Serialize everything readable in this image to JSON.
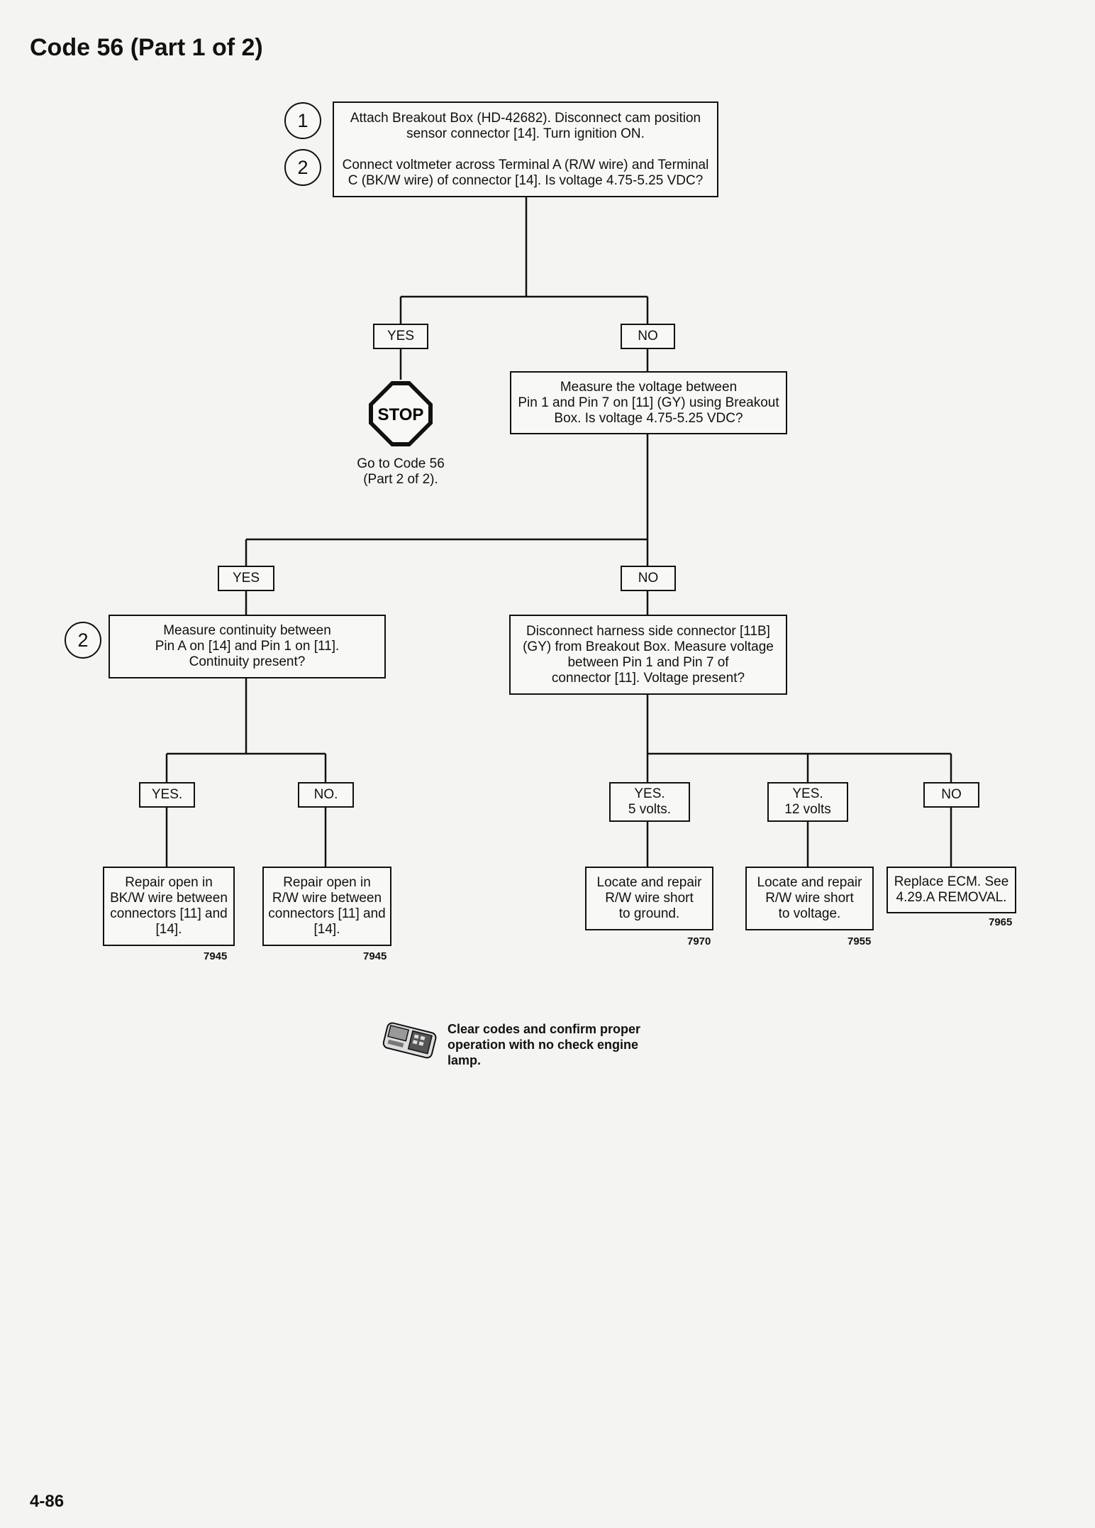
{
  "title": "Code 56 (Part 1 of 2)",
  "page_number": "4-86",
  "step1": {
    "circle_a": "1",
    "circle_b": "2",
    "text_a": [
      "Attach Breakout Box (HD-42682). Disconnect cam position",
      "sensor connector [14]. Turn ignition ON."
    ],
    "text_b": [
      "Connect voltmeter across Terminal A (R/W wire) and Terminal",
      "C (BK/W wire) of connector [14]. Is voltage 4.75-5.25 VDC?"
    ]
  },
  "branch1": {
    "yes_label": "YES",
    "no_label": "NO",
    "stop_sign": "STOP",
    "stop_note": [
      "Go to Code 56",
      "(Part 2 of 2)."
    ]
  },
  "step2": {
    "text": [
      "Measure the voltage between",
      "Pin 1 and Pin 7 on [11] (GY) using Breakout",
      "Box. Is voltage 4.75-5.25 VDC?"
    ]
  },
  "branch2": {
    "yes_label": "YES",
    "no_label": "NO"
  },
  "step3_left": {
    "circle": "2",
    "text": [
      "Measure continuity between",
      "Pin A on [14] and Pin 1 on [11].",
      "Continuity present?"
    ]
  },
  "step3_right": {
    "text": [
      "Disconnect harness side connector [11B]",
      "(GY) from Breakout Box. Measure voltage",
      "between Pin 1 and Pin 7 of",
      "connector [11]. Voltage present?"
    ]
  },
  "branch3_left": {
    "yes_label": "YES.",
    "no_label": "NO."
  },
  "branch3_right": {
    "yes5_label": [
      "YES.",
      "5 volts."
    ],
    "yes12_label": [
      "YES.",
      "12 volts"
    ],
    "no_label": "NO"
  },
  "results": [
    {
      "text": [
        "Repair open in",
        "BK/W wire between",
        "connectors [11] and",
        "[14]."
      ],
      "ref": "7945"
    },
    {
      "text": [
        "Repair open in",
        "R/W wire between",
        "connectors [11] and",
        "[14]."
      ],
      "ref": "7945"
    },
    {
      "text": [
        "Locate and repair",
        "R/W wire short",
        "to ground."
      ],
      "ref": "7970"
    },
    {
      "text": [
        "Locate and repair",
        "R/W wire short",
        "to voltage."
      ],
      "ref": "7955"
    },
    {
      "text": [
        "Replace ECM. See",
        "4.29.A REMOVAL."
      ],
      "ref": "7965"
    }
  ],
  "footer_note": [
    "Clear codes and confirm proper",
    "operation with no check engine",
    "lamp."
  ],
  "icon": "diagnostic-scanner-icon"
}
